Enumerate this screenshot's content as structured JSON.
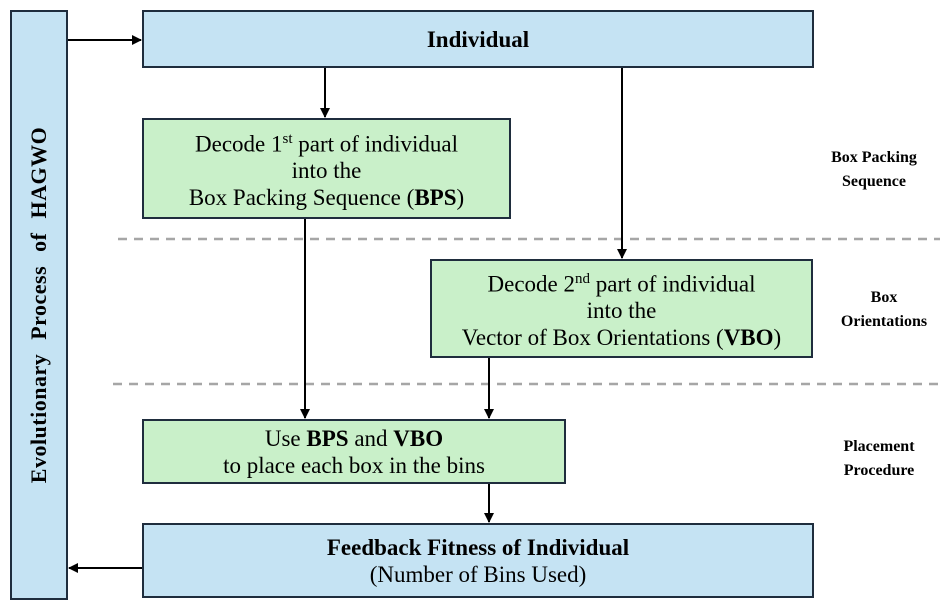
{
  "left_panel": {
    "label": "Evolutionary Process of HAGWO"
  },
  "nodes": {
    "individual": {
      "title": "Individual"
    },
    "decode_first": {
      "line1_pre": "Decode 1",
      "line1_sup": "st",
      "line1_post": " part of individual",
      "line2": "into the",
      "line3_pre": "Box Packing Sequence (",
      "line3_bold": "BPS",
      "line3_post": ")"
    },
    "decode_second": {
      "line1_pre": "Decode 2",
      "line1_sup": "nd",
      "line1_post": " part of individual",
      "line2": "into the",
      "line3_pre": "Vector of Box Orientations (",
      "line3_bold": "VBO",
      "line3_post": ")"
    },
    "use_bps_vbo": {
      "line1_pre": "Use ",
      "line1_bold1": "BPS",
      "line1_mid": " and ",
      "line1_bold2": "VBO",
      "line2": "to place each box in the bins"
    },
    "feedback": {
      "title": "Feedback Fitness of Individual",
      "subtitle": "(Number of Bins Used)"
    }
  },
  "stages": {
    "box_packing": {
      "line1": "Box Packing",
      "line2": "Sequence"
    },
    "box_orientations": {
      "line1": "Box",
      "line2": "Orientations"
    },
    "placement": {
      "line1": "Placement",
      "line2": "Procedure"
    }
  },
  "colors": {
    "blue_box": "#c5e3f3",
    "green_box": "#c9f0c9",
    "border": "#1f2d3d",
    "dashed": "#a6a6a6"
  }
}
